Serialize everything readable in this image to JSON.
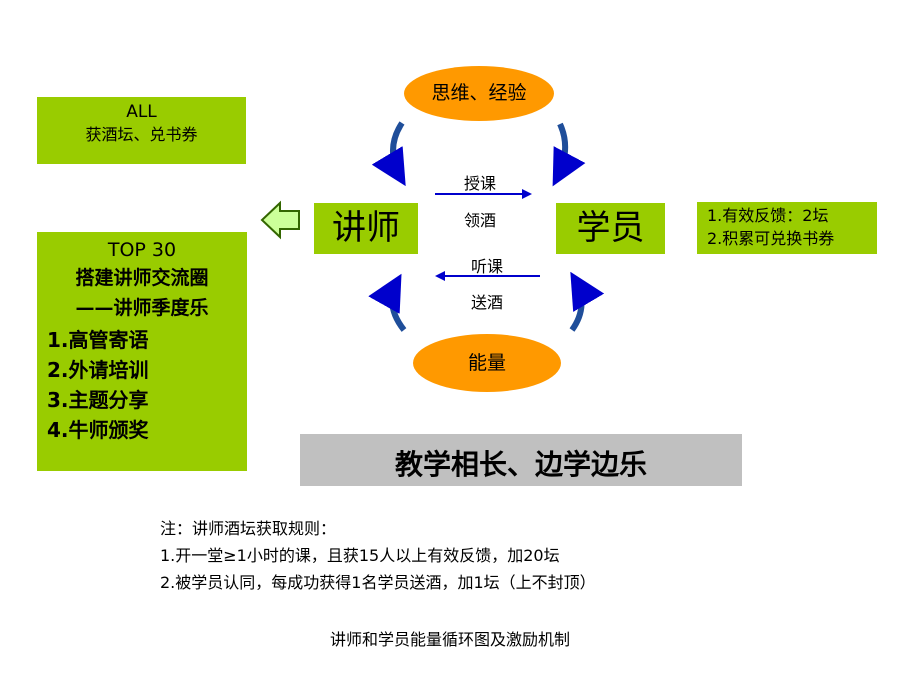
{
  "reward_box": {
    "line1": "ALL",
    "line2": "获酒坛、兑书券"
  },
  "top_box": {
    "title": "TOP 30",
    "subtitle1": "搭建讲师交流圈",
    "subtitle2": "——讲师季度乐",
    "items": [
      "1.高管寄语",
      "2.外请培训",
      "3.主题分享",
      "4.牛师颁奖"
    ]
  },
  "nodes": {
    "teacher": "讲师",
    "student": "学员",
    "top_oval": "思维、经验",
    "bottom_oval": "能量"
  },
  "edges": {
    "teach": "授课",
    "receive_wine": "领酒",
    "listen": "听课",
    "give_wine": "送酒"
  },
  "student_rules": [
    "1.有效反馈：2坛",
    "2.积累可兑换书券"
  ],
  "banner": "教学相长、边学边乐",
  "notes": {
    "heading": "注：讲师酒坛获取规则：",
    "rules": [
      "1.开一堂≥1小时的课，且获15人以上有效反馈，加20坛",
      "2.被学员认同，每成功获得1名学员送酒，加1坛（上不封顶）"
    ]
  },
  "caption": "讲师和学员能量循环图及激励机制",
  "colors": {
    "box_green": "#99cc00",
    "oval_orange": "#ff9900",
    "arrow_blue": "#0000cc",
    "banner_gray": "#c0c0c0"
  }
}
